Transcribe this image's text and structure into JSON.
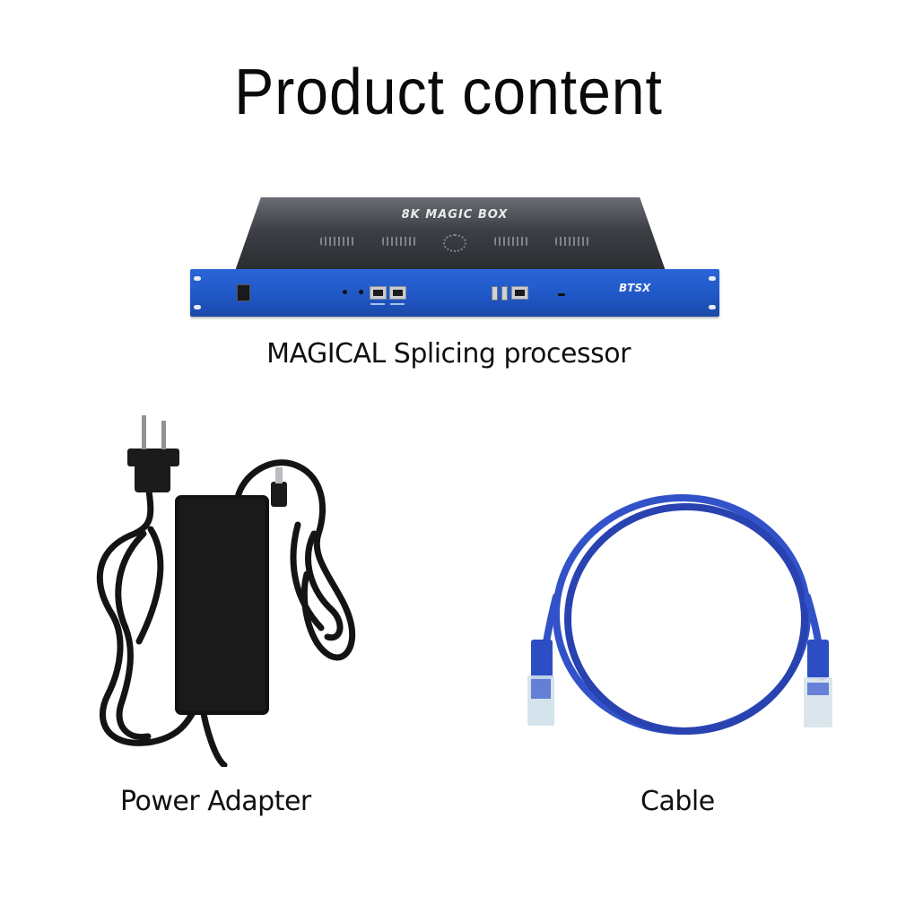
{
  "header": {
    "title": "Product content"
  },
  "products": [
    {
      "name": "MAGICAL Splicing processor",
      "device_label": "8K MAGIC BOX",
      "brand": "BTSX",
      "color": "#1f56c4"
    },
    {
      "name": "Power Adapter",
      "color": "#111111"
    },
    {
      "name": "Cable",
      "color": "#2f4fc0"
    }
  ]
}
